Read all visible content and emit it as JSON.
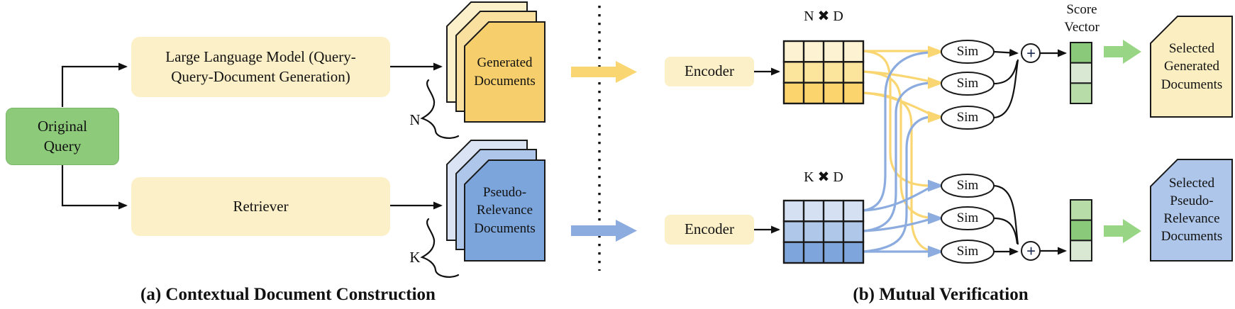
{
  "figure": {
    "caption_a": "(a) Contextual Document Construction",
    "caption_b": "(b) Mutual Verification"
  },
  "panel_a": {
    "original_query": "Original\nQuery",
    "llm_box": "Large Language Model (Query-\nQuery-Document Generation)",
    "retriever_box": "Retriever",
    "generated_docs": "Generated\nDocuments",
    "pseudo_docs": "Pseudo-\nRelevance\nDocuments",
    "n_count": "N",
    "k_count": "K"
  },
  "panel_b": {
    "encoder_top": "Encoder",
    "encoder_bottom": "Encoder",
    "matrix_top_label": "N ✖ D",
    "matrix_bottom_label": "K ✖ D",
    "sim_labels": [
      "Sim",
      "Sim",
      "Sim",
      "Sim",
      "Sim",
      "Sim"
    ],
    "sum_symbol": "+",
    "score_vector_label": "Score\nVector",
    "selected_generated": "Selected\nGenerated\nDocuments",
    "selected_pseudo": "Selected\nPseudo-\nRelevance\nDocuments"
  },
  "colors": {
    "accent_green": "#8DCB7B",
    "cream_box": "#FCF0C8",
    "generated_doc_front": "#F6CE6B",
    "generated_doc_mid": "#F9E09E",
    "generated_doc_back": "#FBF0CA",
    "pseudo_doc_front": "#7CA5DB",
    "pseudo_doc_mid": "#AEC6E9",
    "pseudo_doc_back": "#D9E3F4",
    "selected_generated_doc": "#FBEFC2",
    "selected_pseudo_doc": "#AEC6E9",
    "flow_arrow_yellow": "#FAD673",
    "flow_arrow_blue": "#8CACDF",
    "flow_arrow_green": "#98D584",
    "score_green_dark": "#8BC97A",
    "score_green_mid": "#B7DCA8",
    "score_green_light": "#D8E8D2"
  }
}
